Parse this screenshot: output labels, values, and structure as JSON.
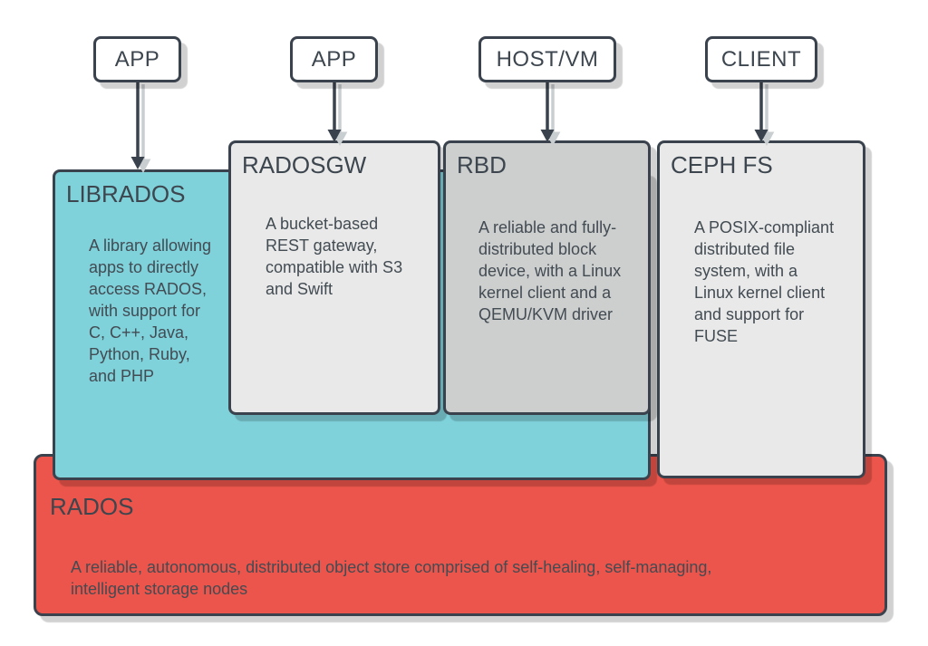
{
  "palette": {
    "ink": "#3a434d",
    "text": "#3f4750",
    "teal": "#7fd1da",
    "red": "#ec554b",
    "light_gray": "#e8e9e8",
    "mid_gray": "#cdcfce",
    "arrow_shadow": "#c9ced1",
    "background": "#ffffff"
  },
  "top_nodes": [
    {
      "label": "APP"
    },
    {
      "label": "APP"
    },
    {
      "label": "HOST/VM"
    },
    {
      "label": "CLIENT"
    }
  ],
  "layers": [
    {
      "title": "LIBRADOS",
      "body": "A library allowing\napps to directly\naccess RADOS,\nwith support for\nC, C++, Java,\nPython, Ruby,\nand PHP",
      "color": "#7fd1da"
    },
    {
      "title": "RADOSGW",
      "body": "A bucket-based\nREST gateway,\ncompatible with S3\nand Swift",
      "color": "#e8e9e8"
    },
    {
      "title": "RBD",
      "body": "A reliable and fully-\ndistributed block\ndevice, with a Linux\nkernel client and a\nQEMU/KVM driver",
      "color": "#cdcfce"
    },
    {
      "title": "CEPH FS",
      "body": "A POSIX-compliant\ndistributed file\nsystem, with a\nLinux kernel client\nand support for\nFUSE",
      "color": "#e8e9e8"
    },
    {
      "title": "RADOS",
      "body": "A reliable, autonomous, distributed object store comprised of self-healing, self-managing,\nintelligent storage nodes",
      "color": "#ec554b"
    }
  ]
}
